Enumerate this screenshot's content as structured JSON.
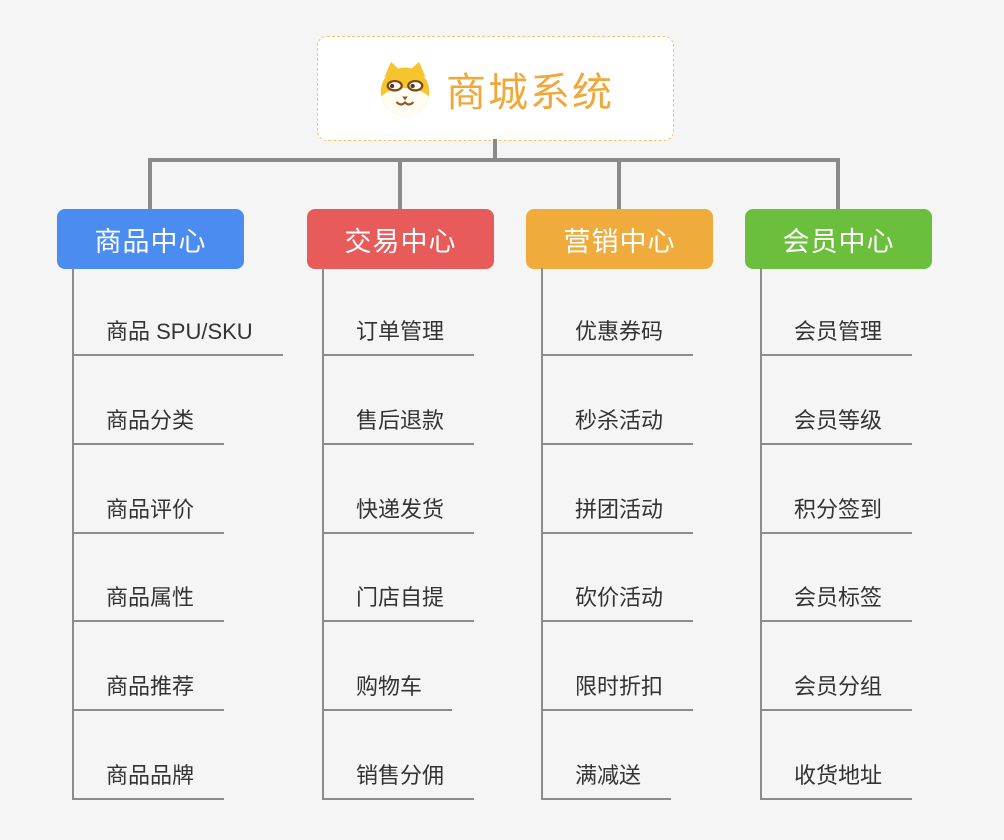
{
  "page": {
    "background_color": "#f5f5f6",
    "connector_color": "#8a8a8a",
    "leaf_line_color": "#8c8c8c",
    "leaf_text_color": "#333333"
  },
  "root": {
    "title": "商城系统",
    "icon": "dog-face-icon",
    "title_color": "#f0a83a",
    "border_color": "#f2c571"
  },
  "branches": [
    {
      "label": "商品中心",
      "color": "#4a8cf0",
      "children": [
        "商品 SPU/SKU",
        "商品分类",
        "商品评价",
        "商品属性",
        "商品推荐",
        "商品品牌"
      ]
    },
    {
      "label": "交易中心",
      "color": "#e85b5b",
      "children": [
        "订单管理",
        "售后退款",
        "快递发货",
        "门店自提",
        "购物车",
        "销售分佣"
      ]
    },
    {
      "label": "营销中心",
      "color": "#efab3c",
      "children": [
        "优惠券码",
        "秒杀活动",
        "拼团活动",
        "砍价活动",
        "限时折扣",
        "满减送"
      ]
    },
    {
      "label": "会员中心",
      "color": "#6cbf3c",
      "children": [
        "会员管理",
        "会员等级",
        "积分签到",
        "会员标签",
        "会员分组",
        "收货地址"
      ]
    }
  ]
}
